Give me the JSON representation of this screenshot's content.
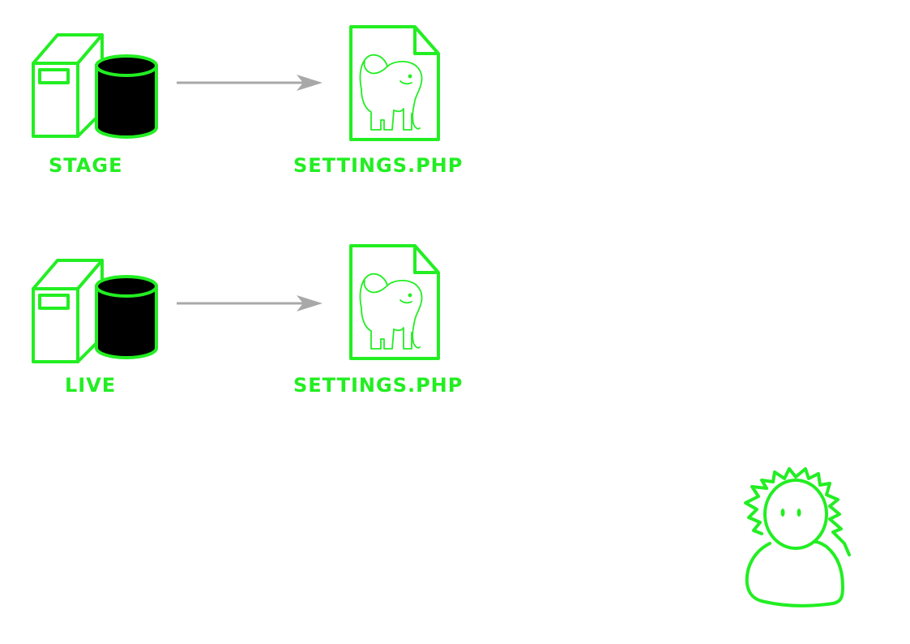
{
  "colors": {
    "accent": "#22ee22",
    "arrow": "#a8a8a8",
    "db_fill": "#000000",
    "background": "#ffffff"
  },
  "icons": {
    "server": "server-icon",
    "database": "database-icon",
    "php_file": "php-file-icon",
    "arrow": "arrow-right-icon",
    "user": "user-icon"
  },
  "rows": [
    {
      "server_label": "STAGE",
      "file_label": "SETTINGS.PHP"
    },
    {
      "server_label": "LIVE",
      "file_label": "SETTINGS.PHP"
    }
  ]
}
